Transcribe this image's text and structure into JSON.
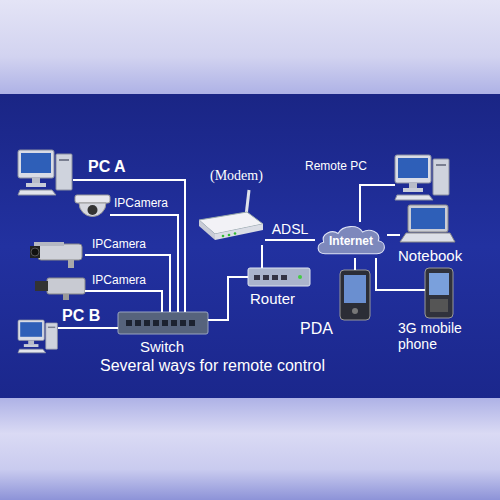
{
  "diagram": {
    "caption": "Several ways for remote control",
    "nodes": [
      {
        "text": [
          "PC A"
        ]
      },
      {
        "text": [
          "(Modem)"
        ]
      },
      {
        "text": [
          "IPCamera"
        ]
      },
      {
        "text": [
          "Remote PC"
        ]
      },
      {
        "text": [
          "Internet"
        ]
      },
      {
        "text": [
          "IPCamera"
        ]
      },
      {
        "text": [
          "Notebook"
        ]
      },
      {
        "text": [
          "IPCamera"
        ]
      },
      {
        "text": [
          "Router"
        ]
      },
      {
        "text": [
          "PC B"
        ]
      },
      {
        "text": [
          "Switch"
        ]
      },
      {
        "text": [
          "PDA"
        ]
      },
      {
        "text": [
          "3G mobile phone"
        ]
      }
    ],
    "edges": [
      {
        "from": 0,
        "to": 10,
        "arrow": "none"
      },
      {
        "from": 2,
        "to": 10,
        "arrow": "none"
      },
      {
        "from": 5,
        "to": 10,
        "arrow": "none"
      },
      {
        "from": 7,
        "to": 10,
        "arrow": "none"
      },
      {
        "from": 9,
        "to": 10,
        "arrow": "none"
      },
      {
        "from": 10,
        "to": 8,
        "arrow": "none"
      },
      {
        "from": 8,
        "to": 1,
        "arrow": "none"
      },
      {
        "from": 1,
        "to": 4,
        "label": "ADSL",
        "arrow": "none"
      },
      {
        "from": 4,
        "to": 3,
        "arrow": "none"
      },
      {
        "from": 4,
        "to": 6,
        "arrow": "none"
      },
      {
        "from": 4,
        "to": 11,
        "arrow": "none"
      },
      {
        "from": 4,
        "to": 12,
        "arrow": "none"
      }
    ]
  }
}
